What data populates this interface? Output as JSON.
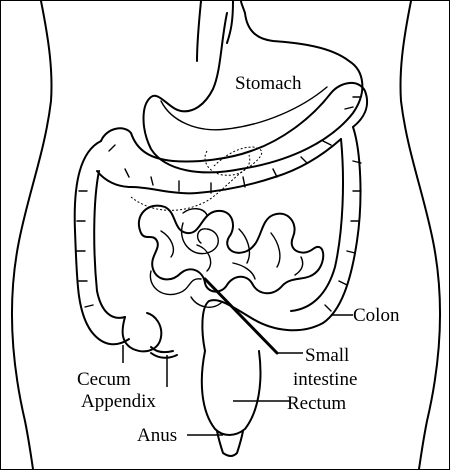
{
  "labels": {
    "stomach": "Stomach",
    "colon": "Colon",
    "small_intestine_1": "Small",
    "small_intestine_2": "intestine",
    "cecum": "Cecum",
    "appendix": "Appendix",
    "rectum": "Rectum",
    "anus": "Anus"
  }
}
